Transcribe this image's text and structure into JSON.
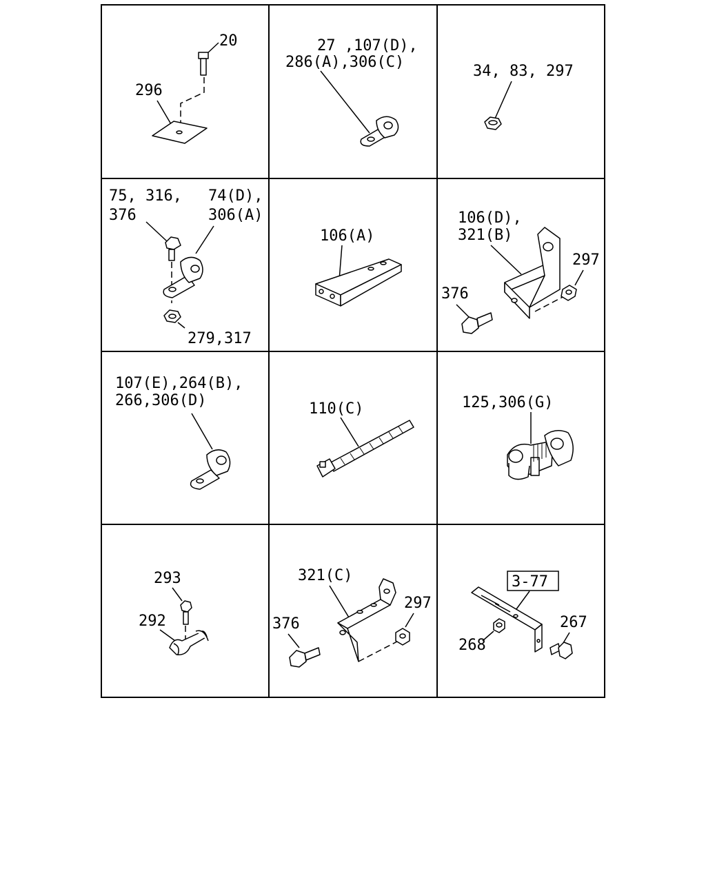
{
  "cells": [
    {
      "id": "c1",
      "labels": [
        "20",
        "296"
      ]
    },
    {
      "id": "c2",
      "labels": [
        "27 ,107(D),",
        "286(A),306(C)"
      ]
    },
    {
      "id": "c3",
      "labels": [
        "34, 83, 297"
      ]
    },
    {
      "id": "c4",
      "labels": [
        "75, 316,",
        "376",
        "74(D),",
        "306(A)",
        "279,317"
      ]
    },
    {
      "id": "c5",
      "labels": [
        "106(A)"
      ]
    },
    {
      "id": "c6",
      "labels": [
        "106(D),",
        "321(B)",
        "297",
        "376"
      ]
    },
    {
      "id": "c7",
      "labels": [
        "107(E),264(B),",
        "266,306(D)"
      ]
    },
    {
      "id": "c8",
      "labels": [
        "110(C)"
      ]
    },
    {
      "id": "c9",
      "labels": [
        "125,306(G)"
      ]
    },
    {
      "id": "c10",
      "labels": [
        "293",
        "292"
      ]
    },
    {
      "id": "c11",
      "labels": [
        "321(C)",
        "297",
        "376"
      ]
    },
    {
      "id": "c12",
      "labels": [
        "3-77",
        "267",
        "268"
      ]
    }
  ]
}
